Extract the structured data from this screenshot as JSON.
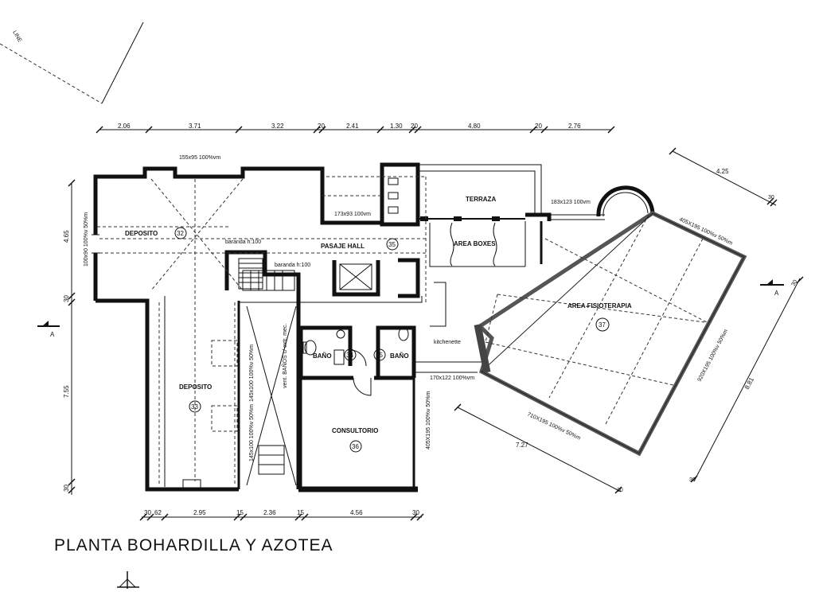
{
  "title": "PLANTA BOHARDILLA Y AZOTEA",
  "corner_label": "LINE",
  "rooms": [
    {
      "key": "deposito_top",
      "name": "DEPOSITO",
      "number": "32"
    },
    {
      "key": "pasaje",
      "name": "PASAJE HALL",
      "number": "35"
    },
    {
      "key": "terraza",
      "name": "TERRAZA",
      "number": ""
    },
    {
      "key": "boxes",
      "name": "AREA BOXES",
      "number": ""
    },
    {
      "key": "fisio",
      "name": "AREA FISIOTERAPIA",
      "number": "37"
    },
    {
      "key": "deposito_low",
      "name": "DEPOSITO",
      "number": "33"
    },
    {
      "key": "bano1",
      "name": "BAÑO",
      "number": "34"
    },
    {
      "key": "bano2",
      "name": "BAÑO",
      "number": "35"
    },
    {
      "key": "consultorio",
      "name": "CONSULTORIO",
      "number": "36"
    }
  ],
  "notes": {
    "skylight_top": "155x95 100%vm",
    "baranda1": "baranda h:100",
    "baranda2": "baranda h:100",
    "window_173": "173x93 100vm",
    "window_183": "183x123 100vm",
    "window_left": "100x90 100%v 50%m",
    "vent": "vent. BAÑOS c/ extr. mec.",
    "sky145a": "145x100 100%v 50%m",
    "sky145b": "145x100 100%v 50%m",
    "kitchenette": "kitchenette",
    "sky170": "170x122 100%vm",
    "sky405a": "405X195 100%v 50%m",
    "sky405b": "405X195 100%v 50%m",
    "sky710": "710X195 100%v 50%m",
    "sky920": "920X195 100%v 50%m"
  },
  "dims_top": [
    "2.06",
    "3.71",
    "3.22",
    "20",
    "2.41",
    "1.30",
    "20",
    "4.80",
    "20",
    "2.76"
  ],
  "dims_bottom": [
    "30",
    "62",
    "2.95",
    "15",
    "2.36",
    "15",
    "4.56",
    "30"
  ],
  "dims_left": [
    "4.65",
    "30",
    "7.55",
    "30"
  ],
  "dims_angled": [
    "4.25",
    "30",
    "8.81",
    "30",
    "7.27",
    "30",
    "30"
  ],
  "section_marks": [
    "A",
    "A"
  ]
}
